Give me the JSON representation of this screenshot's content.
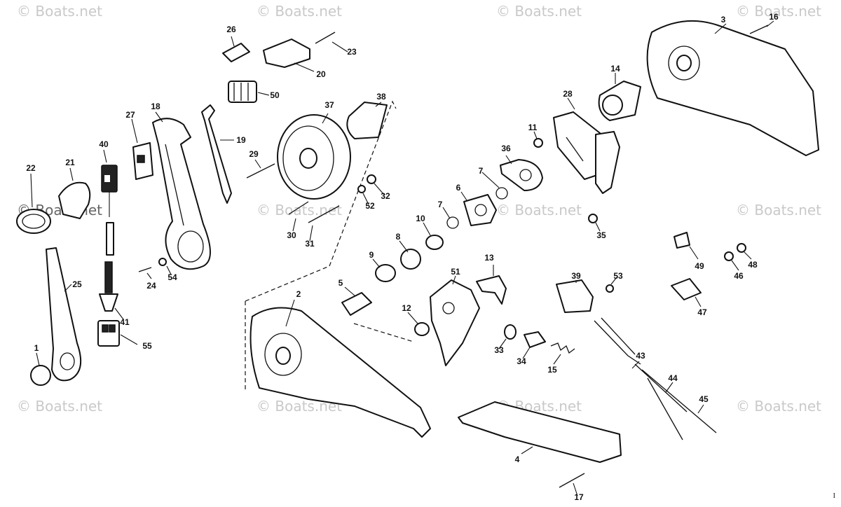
{
  "watermark": "© Boats.net",
  "corner_mark": "I",
  "part_numbers": [
    "1",
    "2",
    "3",
    "4",
    "5",
    "6",
    "7",
    "7b",
    "8",
    "9",
    "10",
    "11",
    "12",
    "13",
    "14",
    "15",
    "16",
    "17",
    "18",
    "19",
    "20",
    "21",
    "22",
    "23",
    "24",
    "25",
    "26",
    "27",
    "28",
    "29",
    "30",
    "31",
    "32",
    "33",
    "34",
    "35",
    "36",
    "37",
    "38",
    "39",
    "40",
    "41",
    "43",
    "44",
    "45",
    "46",
    "47",
    "48",
    "49",
    "50",
    "51",
    "52",
    "53",
    "54",
    "55"
  ],
  "labels": {
    "1": "1",
    "2": "2",
    "3": "3",
    "4": "4",
    "5": "5",
    "6": "6",
    "7": "7",
    "7b": "7",
    "8": "8",
    "9": "9",
    "10": "10",
    "11": "11",
    "12": "12",
    "13": "13",
    "14": "14",
    "15": "15",
    "16": "16",
    "17": "17",
    "18": "18",
    "19": "19",
    "20": "20",
    "21": "21",
    "22": "22",
    "23": "23",
    "24": "24",
    "25": "25",
    "26": "26",
    "27": "27",
    "28": "28",
    "29": "29",
    "30": "30",
    "31": "31",
    "32": "32",
    "33": "33",
    "34": "34",
    "35": "35",
    "36": "36",
    "37": "37",
    "38": "38",
    "39": "39",
    "40": "40",
    "41": "41",
    "43": "43",
    "44": "44",
    "45": "45",
    "46": "46",
    "47": "47",
    "48": "48",
    "49": "49",
    "50": "50",
    "51": "51",
    "52": "52",
    "53": "53",
    "54": "54",
    "55": "55"
  }
}
